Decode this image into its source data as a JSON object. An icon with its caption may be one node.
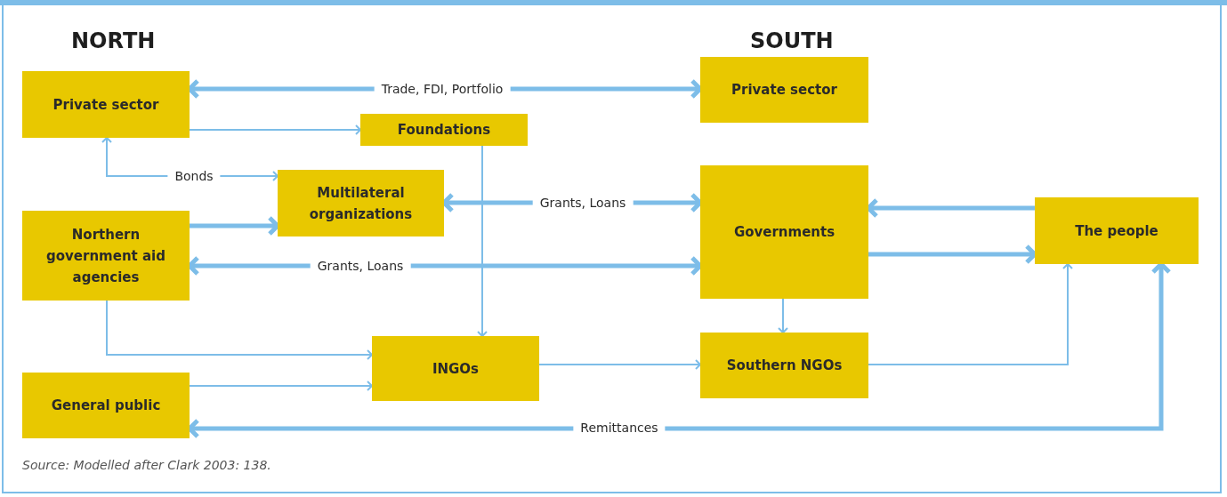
{
  "diagram": {
    "caption": "Source: Modelled after Clark 2003: 138.",
    "nodes": [
      {
        "text": [
          "Private sector"
        ]
      },
      {
        "text": [
          "Foundations"
        ]
      },
      {
        "text": [
          "Multilateral organizations"
        ]
      },
      {
        "text": [
          "Northern government aid agencies"
        ]
      },
      {
        "text": [
          "General public"
        ]
      },
      {
        "text": [
          "Private sector"
        ]
      },
      {
        "text": [
          "Governments"
        ]
      },
      {
        "text": [
          "The people"
        ]
      },
      {
        "text": [
          "INGOs"
        ]
      },
      {
        "text": [
          "Southern NGOs"
        ]
      }
    ],
    "edges": [
      {
        "from": 0,
        "to": 5,
        "arrow": "both",
        "label": "Trade, FDI, Portfolio",
        "style": "thick"
      },
      {
        "from": 0,
        "to": 1,
        "arrow": "to"
      },
      {
        "from": 0,
        "to": 2,
        "arrow": "both",
        "label": "Bonds"
      },
      {
        "from": 3,
        "to": 2,
        "arrow": "to",
        "style": "thick"
      },
      {
        "from": 2,
        "to": 6,
        "arrow": "both",
        "label": "Grants, Loans",
        "style": "thick"
      },
      {
        "from": 3,
        "to": 6,
        "arrow": "both",
        "label": "Grants, Loans",
        "style": "thick"
      },
      {
        "from": 1,
        "to": 8,
        "arrow": "to"
      },
      {
        "from": 7,
        "to": 6,
        "arrow": "to",
        "style": "thick"
      },
      {
        "from": 6,
        "to": 7,
        "arrow": "to",
        "style": "thick"
      },
      {
        "from": 6,
        "to": 9,
        "arrow": "to"
      },
      {
        "from": 3,
        "to": 8,
        "arrow": "to"
      },
      {
        "from": 4,
        "to": 8,
        "arrow": "to"
      },
      {
        "from": 8,
        "to": 9,
        "arrow": "to"
      },
      {
        "from": 9,
        "to": 7,
        "arrow": "to"
      },
      {
        "from": 7,
        "to": 4,
        "arrow": "both",
        "label": "Remittances",
        "style": "thick"
      }
    ],
    "labels": [
      "NORTH",
      "SOUTH"
    ]
  }
}
